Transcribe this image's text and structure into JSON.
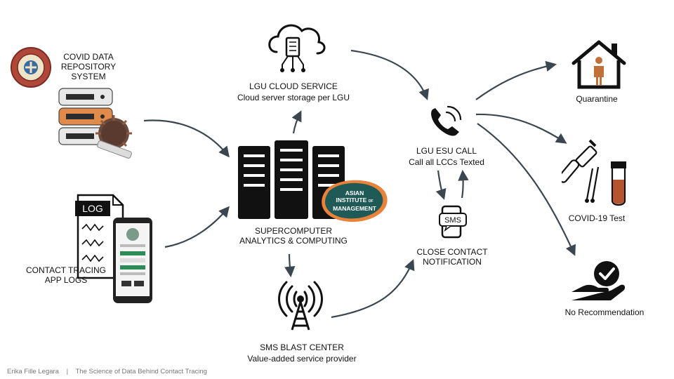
{
  "nodes": {
    "repository": {
      "lines": [
        "COVID DATA",
        "REPOSITORY",
        "SYSTEM"
      ]
    },
    "app_logs": {
      "lines": [
        "CONTACT TRACING",
        "APP LOGS"
      ],
      "log_tag": "LOG"
    },
    "cloud": {
      "title": "LGU CLOUD SERVICE",
      "subtitle": "Cloud server storage per LGU"
    },
    "supercomputer": {
      "lines": [
        "SUPERCOMPUTER",
        "ANALYTICS & COMPUTING"
      ],
      "logo_lines": [
        "ASIAN",
        "INSTITUTE",
        "MANAGEMENT"
      ],
      "logo_of": "OF"
    },
    "sms_blast": {
      "title": "SMS BLAST CENTER",
      "subtitle": "Value-added service provider"
    },
    "esu_call": {
      "title": "LGU ESU CALL",
      "subtitle": "Call all LCCs Texted"
    },
    "notification": {
      "lines": [
        "CLOSE CONTACT",
        "NOTIFICATION"
      ],
      "sms_tag": "SMS"
    },
    "quarantine": {
      "label": "Quarantine"
    },
    "covid_test": {
      "label": "COVID-19 Test"
    },
    "no_recommendation": {
      "label": "No Recommendation"
    }
  },
  "footer": {
    "author": "Erika Fille Legara",
    "separator": "|",
    "title": "The Science of Data Behind Contact Tracing"
  },
  "colors": {
    "arrow": "#3a4750",
    "icon": "#111111",
    "server_orange": "#e08a4c",
    "aim_teal": "#1f5a57",
    "aim_orange": "#e9823a",
    "seal": "#b0483a",
    "quarantine_person": "#c0713a"
  }
}
